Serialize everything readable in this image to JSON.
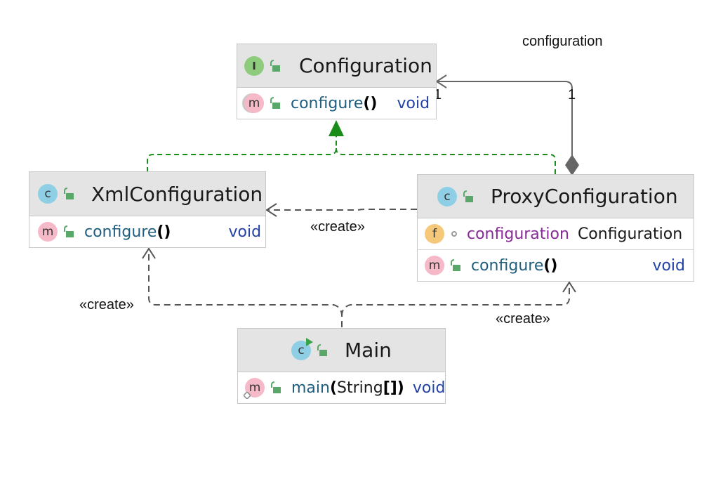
{
  "classes": {
    "configuration": {
      "name": "Configuration",
      "kind_icon": "interface-icon",
      "kind_letter": "I",
      "methods": [
        {
          "name": "configure",
          "params": "()",
          "type": "void"
        }
      ]
    },
    "xml": {
      "name": "XmlConfiguration",
      "kind_icon": "class-icon",
      "kind_letter": "c",
      "methods": [
        {
          "name": "configure",
          "params": "()",
          "type": "void"
        }
      ]
    },
    "proxy": {
      "name": "ProxyConfiguration",
      "kind_icon": "class-icon",
      "kind_letter": "c",
      "fields": [
        {
          "letter": "f",
          "name": "configuration",
          "type": "Configuration"
        }
      ],
      "methods": [
        {
          "name": "configure",
          "params": "()",
          "type": "void"
        }
      ]
    },
    "main": {
      "name": "Main",
      "kind_icon": "runnable-class-icon",
      "kind_letter": "c",
      "methods": [
        {
          "name": "main",
          "params_open": "(",
          "params_inner": "String",
          "params_close": "[])",
          "type": "void"
        }
      ]
    }
  },
  "method_letter": "m",
  "edges": {
    "aggregation_label": "configuration",
    "mult_source": "1",
    "mult_target": "1",
    "create_label_proxy_to_xml": "«create»",
    "create_label_main_to_xml": "«create»",
    "create_label_main_to_proxy": "«create»"
  },
  "colors": {
    "realization": "#1a8c1a",
    "dependency": "#555555",
    "association": "#666666"
  }
}
